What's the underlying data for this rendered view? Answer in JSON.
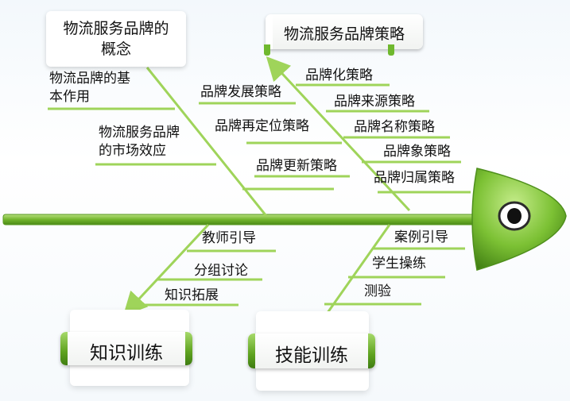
{
  "head_label": "物流服务品牌策略",
  "concept_label_line1": "物流服务品牌的",
  "concept_label_line2": "概念",
  "upper_left_branches": {
    "basic_role_line1": "物流品牌的基",
    "basic_role_line2": "本作用",
    "market_effect_line1": "物流服务品牌",
    "market_effect_line2": "的市场效应"
  },
  "strategy_items_left": [
    "品牌发展策略",
    "品牌再定位策略",
    "品牌更新策略"
  ],
  "strategy_items_right": [
    "品牌化策略",
    "品牌来源策略",
    "品牌名称策略",
    "品牌象策略",
    "品牌归属策略"
  ],
  "lower_left_items": [
    "教师引导",
    "分组讨论",
    "知识拓展"
  ],
  "lower_right_items": [
    "案例引导",
    "学生操练",
    "测验"
  ],
  "bottom_left_label": "知识训练",
  "bottom_right_label": "技能训练",
  "colors": {
    "bone": "#7fc13a",
    "bone_dark": "#4e8f1c",
    "head": "#6fb82e"
  }
}
